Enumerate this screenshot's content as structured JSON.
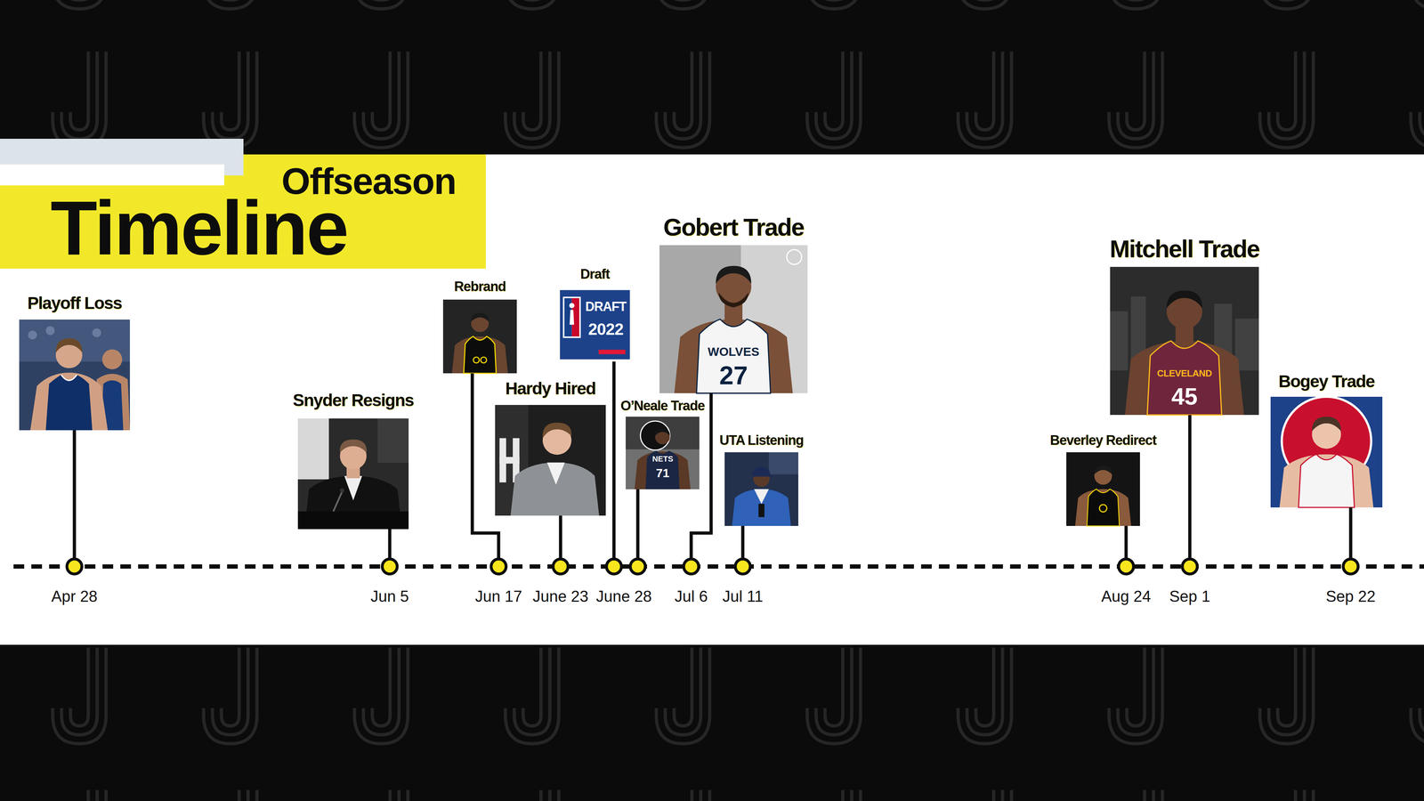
{
  "diagram": {
    "title": "Timeline",
    "nodes": [
      {
        "text": [
          "Playoff Loss"
        ]
      },
      {
        "text": [
          "Snyder Resigns"
        ]
      },
      {
        "text": [
          "Rebrand"
        ]
      },
      {
        "text": [
          "Hardy Hired"
        ]
      },
      {
        "text": [
          "Draft"
        ]
      },
      {
        "text": [
          "O’Neale Trade"
        ]
      },
      {
        "text": [
          "Gobert Trade"
        ]
      },
      {
        "text": [
          "UTA Listening"
        ]
      },
      {
        "text": [
          "Beverley Redirect"
        ]
      },
      {
        "text": [
          "Mitchell Trade"
        ]
      },
      {
        "text": [
          "Bogey Trade"
        ]
      }
    ],
    "labels": [
      "Offseason",
      "Apr 28",
      "Jun 5",
      "Jun 17",
      "June 23",
      "June 28",
      "Jul 6",
      "Jul 11",
      "Aug 24",
      "Sep 1",
      "Sep 22",
      "DRAFT",
      "2022",
      "WOLVES",
      "27",
      "CLEVELAND",
      "45",
      "NETS",
      "71"
    ]
  }
}
